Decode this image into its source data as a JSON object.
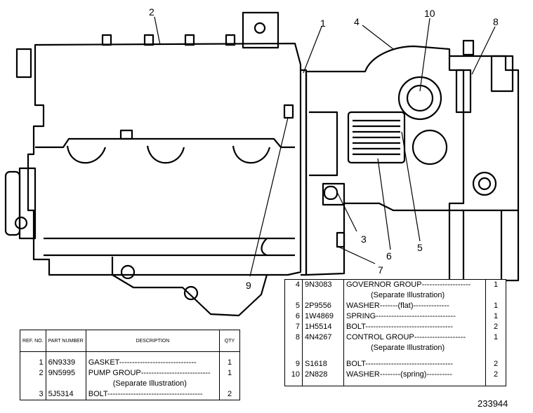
{
  "figure_number": "233944",
  "callouts": [
    "1",
    "2",
    "3",
    "4",
    "5",
    "6",
    "7",
    "8",
    "9",
    "10"
  ],
  "left_table": {
    "headers": {
      "ref": "REF. NO.",
      "part": "PART NUMBER",
      "desc": "DESCRIPTION",
      "qty": "QTY"
    },
    "rows": [
      {
        "ref": "1",
        "part": "6N9339",
        "desc": "GASKET------------------------------",
        "qty": "1"
      },
      {
        "ref": "2",
        "part": "9N5995",
        "desc": "PUMP GROUP---------------------------",
        "qty": "1"
      },
      {
        "ref": "",
        "part": "",
        "desc": "(Separate Illustration)",
        "qty": ""
      },
      {
        "ref": "3",
        "part": "5J5314",
        "desc": "BOLT-------------------------------------",
        "qty": "2"
      }
    ]
  },
  "right_table": {
    "rows": [
      {
        "ref": "4",
        "part": "9N3083",
        "desc": "GOVERNOR GROUP-------------------",
        "qty": "1"
      },
      {
        "ref": "",
        "part": "",
        "desc": "(Separate Illustration)",
        "qty": ""
      },
      {
        "ref": "5",
        "part": "2P9556",
        "desc": "WASHER-------(flat)--------------",
        "qty": "1"
      },
      {
        "ref": "6",
        "part": "1W4869",
        "desc": "SPRING-------------------------------",
        "qty": "1"
      },
      {
        "ref": "7",
        "part": "1H5514",
        "desc": "BOLT----------------------------------",
        "qty": "2"
      },
      {
        "ref": "8",
        "part": "4N4267",
        "desc": "CONTROL GROUP--------------------",
        "qty": "1"
      },
      {
        "ref": "",
        "part": "",
        "desc": "(Separate Illustration)",
        "qty": ""
      },
      {
        "ref": "9",
        "part": "S1618",
        "desc": "BOLT----------------------------------",
        "qty": "2"
      },
      {
        "ref": "10",
        "part": "2N828",
        "desc": "WASHER--------(spring)----------",
        "qty": "2"
      }
    ]
  }
}
